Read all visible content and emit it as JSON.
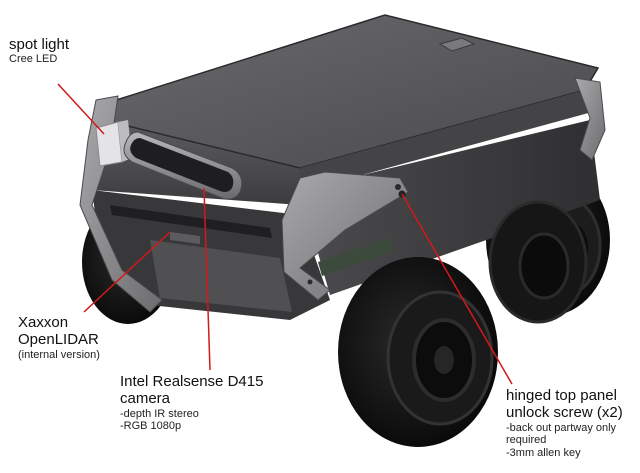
{
  "annotations": {
    "spot_light": {
      "title": "spot light",
      "lines": [
        "Cree LED"
      ]
    },
    "lidar": {
      "title_lines": [
        "Xaxxon",
        "OpenLIDAR"
      ],
      "lines": [
        "(internal version)"
      ]
    },
    "camera": {
      "title_lines": [
        "Intel Realsense D415",
        "camera"
      ],
      "lines": [
        "-depth IR stereo",
        "-RGB 1080p"
      ]
    },
    "screw": {
      "title_lines": [
        "hinged top panel",
        "unlock screw (x2)"
      ],
      "lines": [
        "-back out partway only",
        "required",
        "-3mm allen key"
      ]
    }
  },
  "colors": {
    "leader_line": "#d11a1a",
    "body_dark": "#3a3a3c",
    "body_top": "#59595c",
    "frame": "#8b8b8e",
    "tire": "#141414"
  }
}
